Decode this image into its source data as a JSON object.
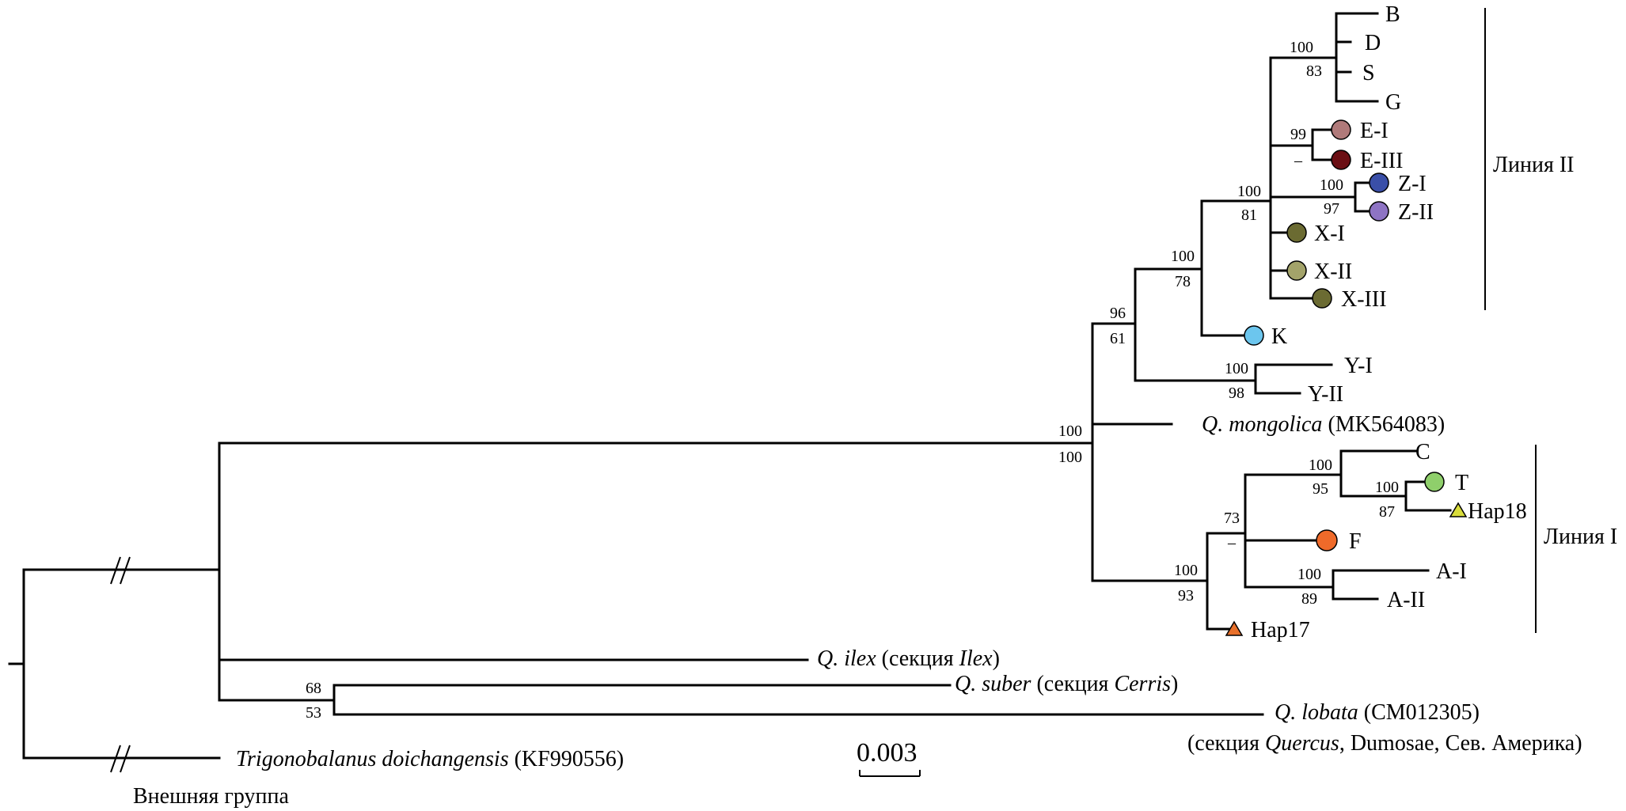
{
  "taxa": {
    "B": "B",
    "D": "D",
    "S": "S",
    "G": "G",
    "E_I": "E-I",
    "E_III": "E-III",
    "Z_I": "Z-I",
    "Z_II": "Z-II",
    "X_I": "X-I",
    "X_II": "X-II",
    "X_III": "X-III",
    "K": "K",
    "Y_I": "Y-I",
    "Y_II": "Y-II",
    "C": "C",
    "T": "T",
    "Hap18": "Hap18",
    "F": "F",
    "A_I": "A-I",
    "A_II": "A-II",
    "Hap17": "Hap17",
    "mongolica_name": "Q. mongolica",
    "mongolica_acc": " (MK564083)",
    "ilex_name": "Q. ilex",
    "ilex_sec": " (секция ",
    "ilex_sec_it": "Ilex",
    "ilex_close": ")",
    "suber_name": "Q. suber",
    "suber_sec": " (секция ",
    "suber_sec_it": "Cerris",
    "suber_close": ")",
    "lobata_name": "Q. lobata",
    "lobata_acc": " (CM012305)",
    "lobata_note_a": "(секция ",
    "lobata_note_it": "Quercus",
    "lobata_note_b": ", Dumosae, Сев. Америка)",
    "trigono_name": "Trigonobalanus doichangensis",
    "trigono_acc": " (KF990556)"
  },
  "lineages": {
    "line2": "Линия II",
    "line1": "Линия I"
  },
  "outgroup_label": "Внешняя группа",
  "scale_bar_label": "0.003",
  "support": {
    "bdsg": [
      "100",
      "83"
    ],
    "e": [
      "99",
      "–"
    ],
    "z": [
      "100",
      "97"
    ],
    "clade_ezx": [
      "100",
      "81"
    ],
    "clade_k": [
      "100",
      "78"
    ],
    "clade_y": [
      "100",
      "98"
    ],
    "line2_root": [
      "96",
      "61"
    ],
    "mongolica_root": [
      "100",
      "100"
    ],
    "ct": [
      "100",
      "95"
    ],
    "t_hap18": [
      "100",
      "87"
    ],
    "line1_inner": [
      "73",
      "–"
    ],
    "a": [
      "100",
      "89"
    ],
    "line1_root": [
      "100",
      "93"
    ],
    "suber_lobata": [
      "68",
      "53"
    ]
  },
  "colors": {
    "E_I": "#b07a7a",
    "E_III": "#6b0f14",
    "Z_I": "#3a4fa8",
    "Z_II": "#8e74c4",
    "X_I": "#6b6b32",
    "X_II": "#a3a36a",
    "X_III": "#6b6b32",
    "K": "#6cc6ee",
    "T": "#8fcf6b",
    "Hap18": "#d9dd3b",
    "F": "#ef6a2a",
    "Hap17": "#e8702a"
  }
}
